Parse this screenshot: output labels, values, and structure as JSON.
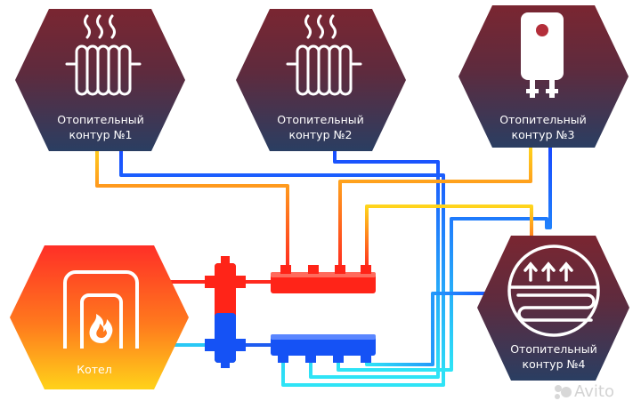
{
  "circuits": {
    "c1": {
      "line1": "Отопительный",
      "line2": "контур  №1"
    },
    "c2": {
      "line1": "Отопительный",
      "line2": "контур  №2"
    },
    "c3": {
      "line1": "Отопительный",
      "line2": "контур  №3"
    },
    "c4": {
      "line1": "Отопительный",
      "line2": "контур  №4"
    }
  },
  "boiler": {
    "label": "Котел"
  },
  "icons": {
    "c1": "radiator-icon",
    "c2": "radiator-icon",
    "c3": "water-heater-icon",
    "c4": "underfloor-heating-icon",
    "boiler": "boiler-flame-icon"
  },
  "colors": {
    "hex_dark": "#7a2631",
    "hex_light": "#2a3e62",
    "boiler_top": "#ff2f27",
    "boiler_bottom": "#ffd21a",
    "supply_red": "#ff2a1f",
    "supply_yellow": "#ffd51c",
    "return_blue": "#1848ff",
    "return_cyan": "#2ee4f6",
    "manifold_red": "#ff2418",
    "manifold_blue": "#1552f5"
  },
  "watermark": {
    "brand": "Avito"
  }
}
